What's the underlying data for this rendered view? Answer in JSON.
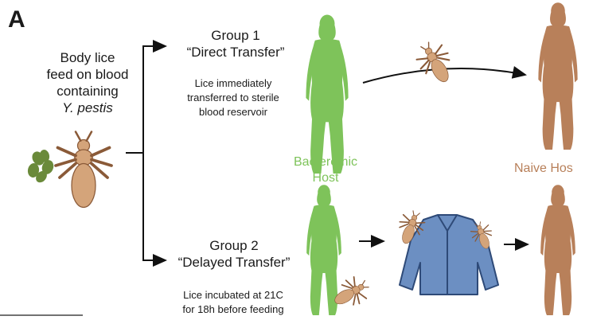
{
  "panel_label": "A",
  "source": {
    "line1": "Body lice",
    "line2": "feed on blood",
    "line3": "containing",
    "organism": "Y. pestis"
  },
  "group1": {
    "title": "Group 1",
    "subtitle": "“Direct Transfer”",
    "note_lines": [
      "Lice immediately",
      "transferred to sterile",
      "blood reservoir"
    ]
  },
  "group2": {
    "title": "Group 2",
    "subtitle": "“Delayed Transfer”",
    "note_lines": [
      "Lice incubated at  21C",
      "for 18h before feeding"
    ]
  },
  "bacteremic_host": {
    "line1": "Bacteremic",
    "line2": "Host"
  },
  "naive_host": {
    "label": "Naive Hos"
  },
  "colors": {
    "bacteremic_green": "#7ec35a",
    "naive_brown": "#b8805a",
    "louse": "#d4a47a",
    "jacket": "#6c8fc2",
    "blood_drops": "#6a8a3a"
  }
}
